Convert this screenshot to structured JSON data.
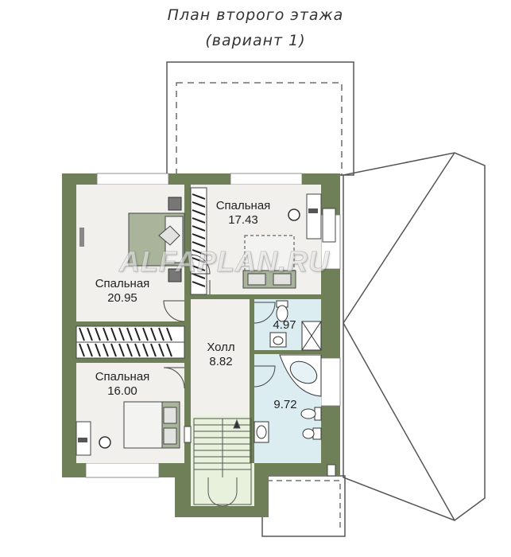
{
  "header": {
    "title_line1": "План второго этажа",
    "title_line2": "(вариант 1)"
  },
  "rooms": {
    "bedroom_a": {
      "name": "Спальная",
      "area": "17.43"
    },
    "bedroom_b": {
      "name": "Спальная",
      "area": "20.95"
    },
    "bedroom_c": {
      "name": "Спальная",
      "area": "16.00"
    },
    "hall": {
      "name": "Холл",
      "area": "8.82"
    },
    "wc_small": {
      "area": "4.97"
    },
    "bathroom": {
      "area": "9.72"
    }
  },
  "watermark": "ALFAPLAN.RU",
  "colors": {
    "wall": "#6f8058",
    "floor": "#f1f0ec",
    "wet_floor": "#dcedf2",
    "stair_floor": "#e7f1dc",
    "line": "#555555"
  }
}
